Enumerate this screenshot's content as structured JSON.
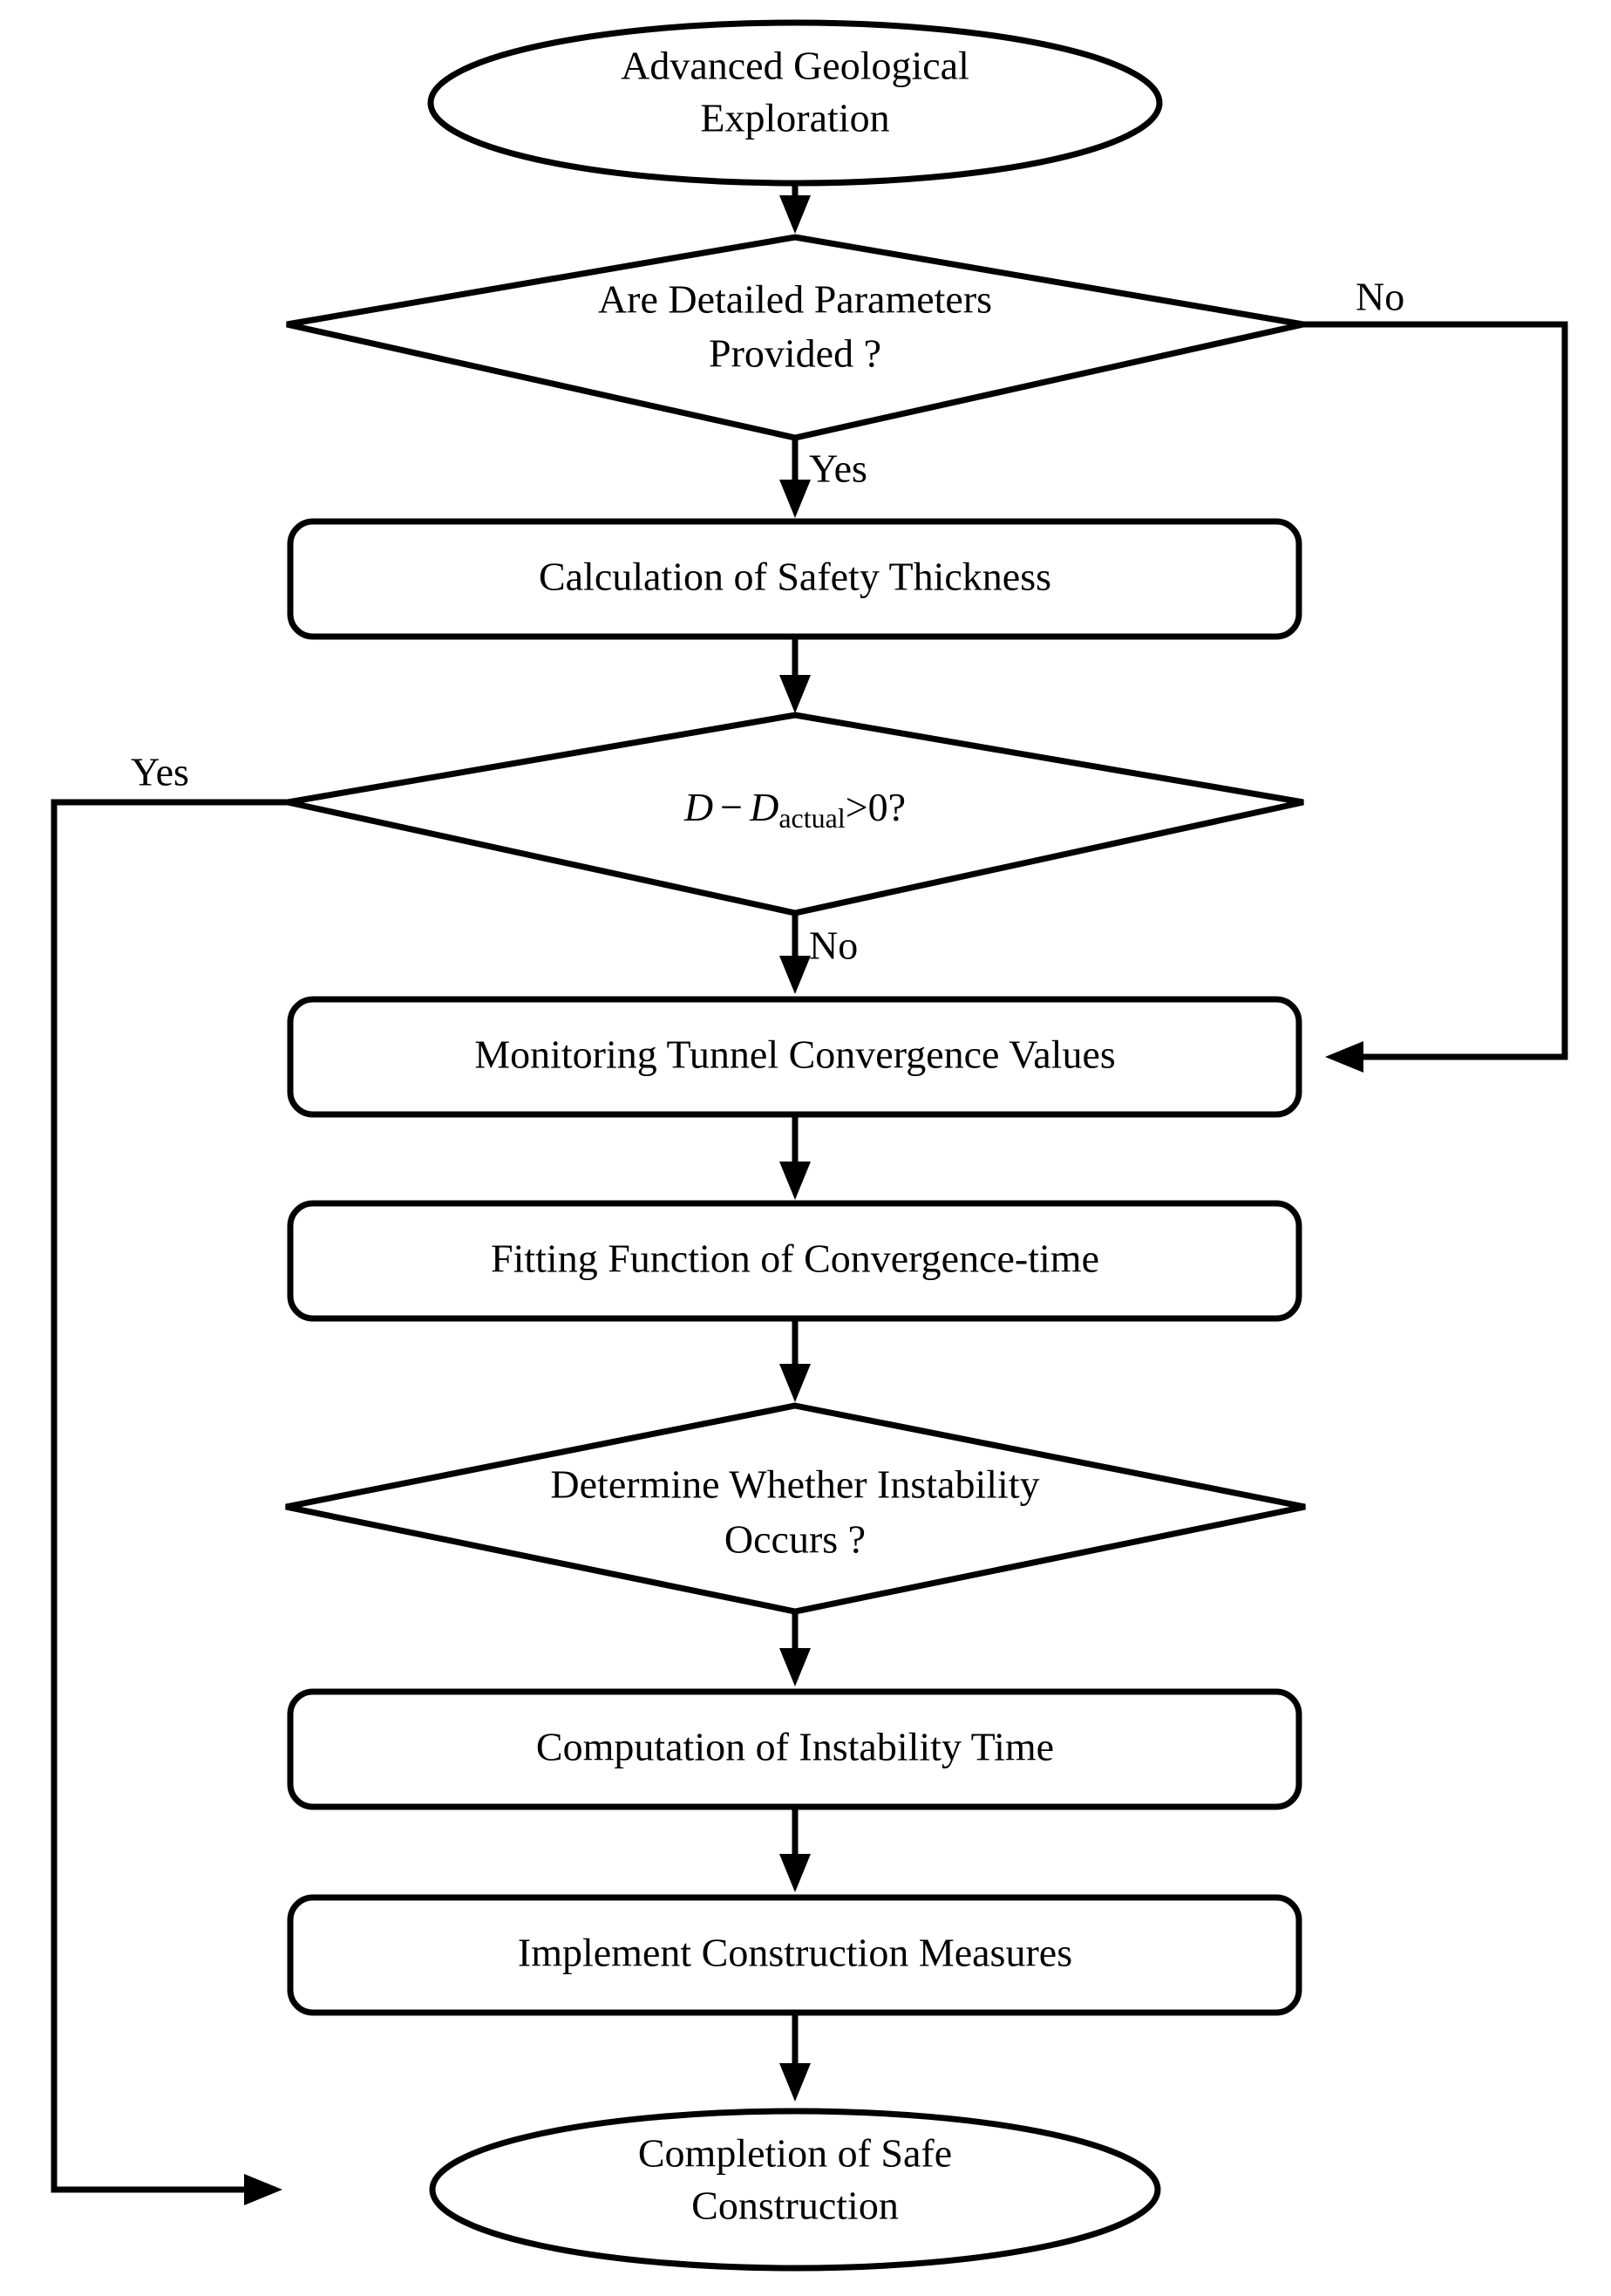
{
  "diagram": {
    "title": "Advanced Geological Exploration Flowchart",
    "type": "flowchart",
    "background_color": "#ffffff",
    "stroke_color": "#000000",
    "text_color": "#000000"
  },
  "nodes": {
    "start_terminal": {
      "shape": "ellipse",
      "line1": "Advanced Geological",
      "line2": "Exploration"
    },
    "decision_parameters": {
      "shape": "diamond",
      "line1": "Are Detailed  Parameters",
      "line2": "Provided ?"
    },
    "process_safety_thickness": {
      "shape": "rounded-rect",
      "label": "Calculation of Safety Thickness"
    },
    "decision_thickness": {
      "shape": "diamond",
      "expr_lhs": "D",
      "expr_op": "−",
      "expr_rhs_base": "D",
      "expr_rhs_sub": "actual",
      "expr_tail": ">0?",
      "plain": "D−Dactual>0?"
    },
    "process_monitoring": {
      "shape": "rounded-rect",
      "label": "Monitoring Tunnel Convergence Values"
    },
    "process_fitting": {
      "shape": "rounded-rect",
      "label": "Fitting Function of Convergence-time"
    },
    "decision_instability": {
      "shape": "diamond",
      "line1": "Determine Whether Instability",
      "line2": "Occurs ?"
    },
    "process_instability_time": {
      "shape": "rounded-rect",
      "label": "Computation of Instability Time"
    },
    "process_construction_measures": {
      "shape": "rounded-rect",
      "label": "Implement Construction Measures"
    },
    "end_terminal": {
      "shape": "ellipse",
      "line1": "Completion of Safe",
      "line2": "Construction"
    }
  },
  "edge_labels": {
    "parameters_no": "No",
    "parameters_yes": "Yes",
    "thickness_yes": "Yes",
    "thickness_no": "No"
  },
  "flow_sequence": [
    "Advanced Geological Exploration",
    "Are Detailed  Parameters Provided ?",
    "Calculation of Safety Thickness",
    "D−Dactual>0?",
    "Monitoring Tunnel Convergence Values",
    "Fitting Function of Convergence-time",
    "Determine Whether Instability Occurs ?",
    "Computation of Instability Time",
    "Implement Construction Measures",
    "Completion of Safe Construction"
  ]
}
